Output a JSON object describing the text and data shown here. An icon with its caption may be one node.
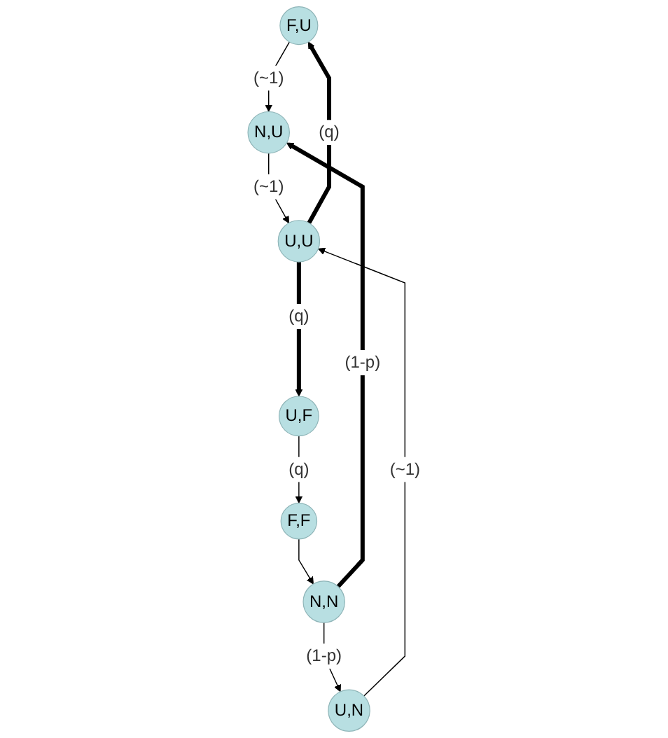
{
  "diagram": {
    "nodes": [
      {
        "text": [
          "F,U"
        ]
      },
      {
        "text": [
          "N,N"
        ]
      },
      {
        "text": [
          "N,U"
        ]
      },
      {
        "text": [
          "U,U"
        ]
      },
      {
        "text": [
          "U,N"
        ]
      },
      {
        "text": [
          "F,F"
        ]
      },
      {
        "text": [
          "U,F"
        ]
      }
    ],
    "edges": [
      {
        "from": 0,
        "to": 2,
        "arrow": "to",
        "label": "(~1)"
      },
      {
        "from": 1,
        "to": 2,
        "arrow": "to",
        "label": "(1-p)",
        "style": "thick"
      },
      {
        "from": 1,
        "to": 4,
        "arrow": "to",
        "label": "(1-p)"
      },
      {
        "from": 2,
        "to": 3,
        "arrow": "to",
        "label": "(~1)"
      },
      {
        "from": 4,
        "to": 3,
        "arrow": "to",
        "label": "(~1)"
      },
      {
        "from": 3,
        "to": 0,
        "arrow": "to",
        "label": "(q)",
        "style": "thick"
      },
      {
        "from": 3,
        "to": 6,
        "arrow": "to",
        "label": "(q)",
        "style": "thick"
      },
      {
        "from": 6,
        "to": 5,
        "arrow": "to",
        "label": "(q)"
      },
      {
        "from": 5,
        "to": 1,
        "arrow": "to"
      }
    ]
  }
}
